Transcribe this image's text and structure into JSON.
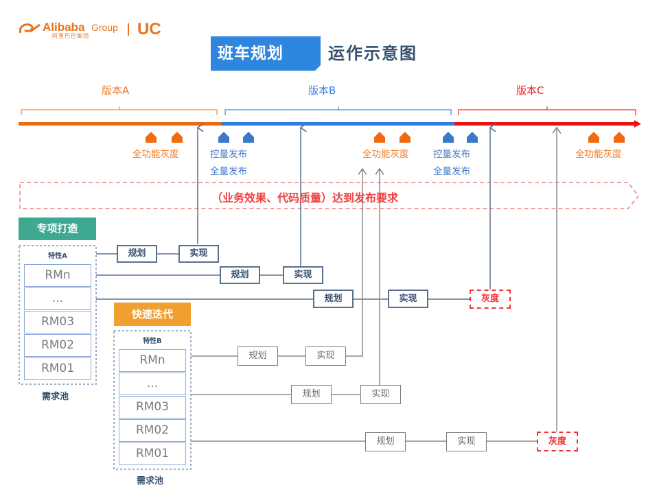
{
  "logo": {
    "brand": "Alibaba",
    "group": "Group",
    "brand_cn": "阿里巴巴集团",
    "product": "UC"
  },
  "title": {
    "highlight": "班车规划",
    "rest": "运作示意图"
  },
  "colors": {
    "version_a": "#f47a1f",
    "version_b": "#3a7fd9",
    "version_c": "#ee1c1c",
    "milestone_orange": "#f26a10",
    "milestone_blue": "#3a78c8",
    "connector": "#5a7090",
    "connector_gray": "#8a8a8a",
    "banner_red": "#f04040",
    "tag_teal": "#3ea890",
    "tag_orange": "#f0a030",
    "title_blue": "#2e86de"
  },
  "timeline": {
    "versions": [
      {
        "label": "版本A",
        "color_key": "version_a"
      },
      {
        "label": "版本B",
        "color_key": "version_b"
      },
      {
        "label": "版本C",
        "color_key": "version_c"
      }
    ],
    "milestones": [
      {
        "label": "全功能灰度",
        "type": "full-feature-gray",
        "color_key": "milestone_orange"
      },
      {
        "label": "控量发布",
        "label2": "全量发布",
        "type": "release",
        "color_key": "milestone_blue"
      },
      {
        "label": "全功能灰度",
        "type": "full-feature-gray",
        "color_key": "milestone_orange"
      },
      {
        "label": "控量发布",
        "label2": "全量发布",
        "type": "release",
        "color_key": "milestone_blue"
      },
      {
        "label": "全功能灰度",
        "type": "full-feature-gray",
        "color_key": "milestone_orange"
      }
    ]
  },
  "banner": {
    "text": "（业务效果、代码质量）达到发布要求"
  },
  "special_project": {
    "tag": "专项打造",
    "pool_title": "特性A",
    "items": [
      "RMn",
      "...",
      "RM03",
      "RM02",
      "RM01"
    ],
    "caption": "需求池",
    "flows": [
      {
        "steps": [
          "规划",
          "实现"
        ]
      },
      {
        "steps": [
          "规划",
          "实现"
        ]
      },
      {
        "steps": [
          "规划",
          "实现",
          "灰度"
        ]
      }
    ]
  },
  "fast_iteration": {
    "tag": "快速迭代",
    "pool_title": "特性B",
    "items": [
      "RMn",
      "...",
      "RM03",
      "RM02",
      "RM01"
    ],
    "caption": "需求池",
    "flows": [
      {
        "steps": [
          "规划",
          "实现"
        ]
      },
      {
        "steps": [
          "规划",
          "实现"
        ]
      },
      {
        "steps": [
          "规划",
          "实现",
          "灰度"
        ]
      }
    ]
  }
}
